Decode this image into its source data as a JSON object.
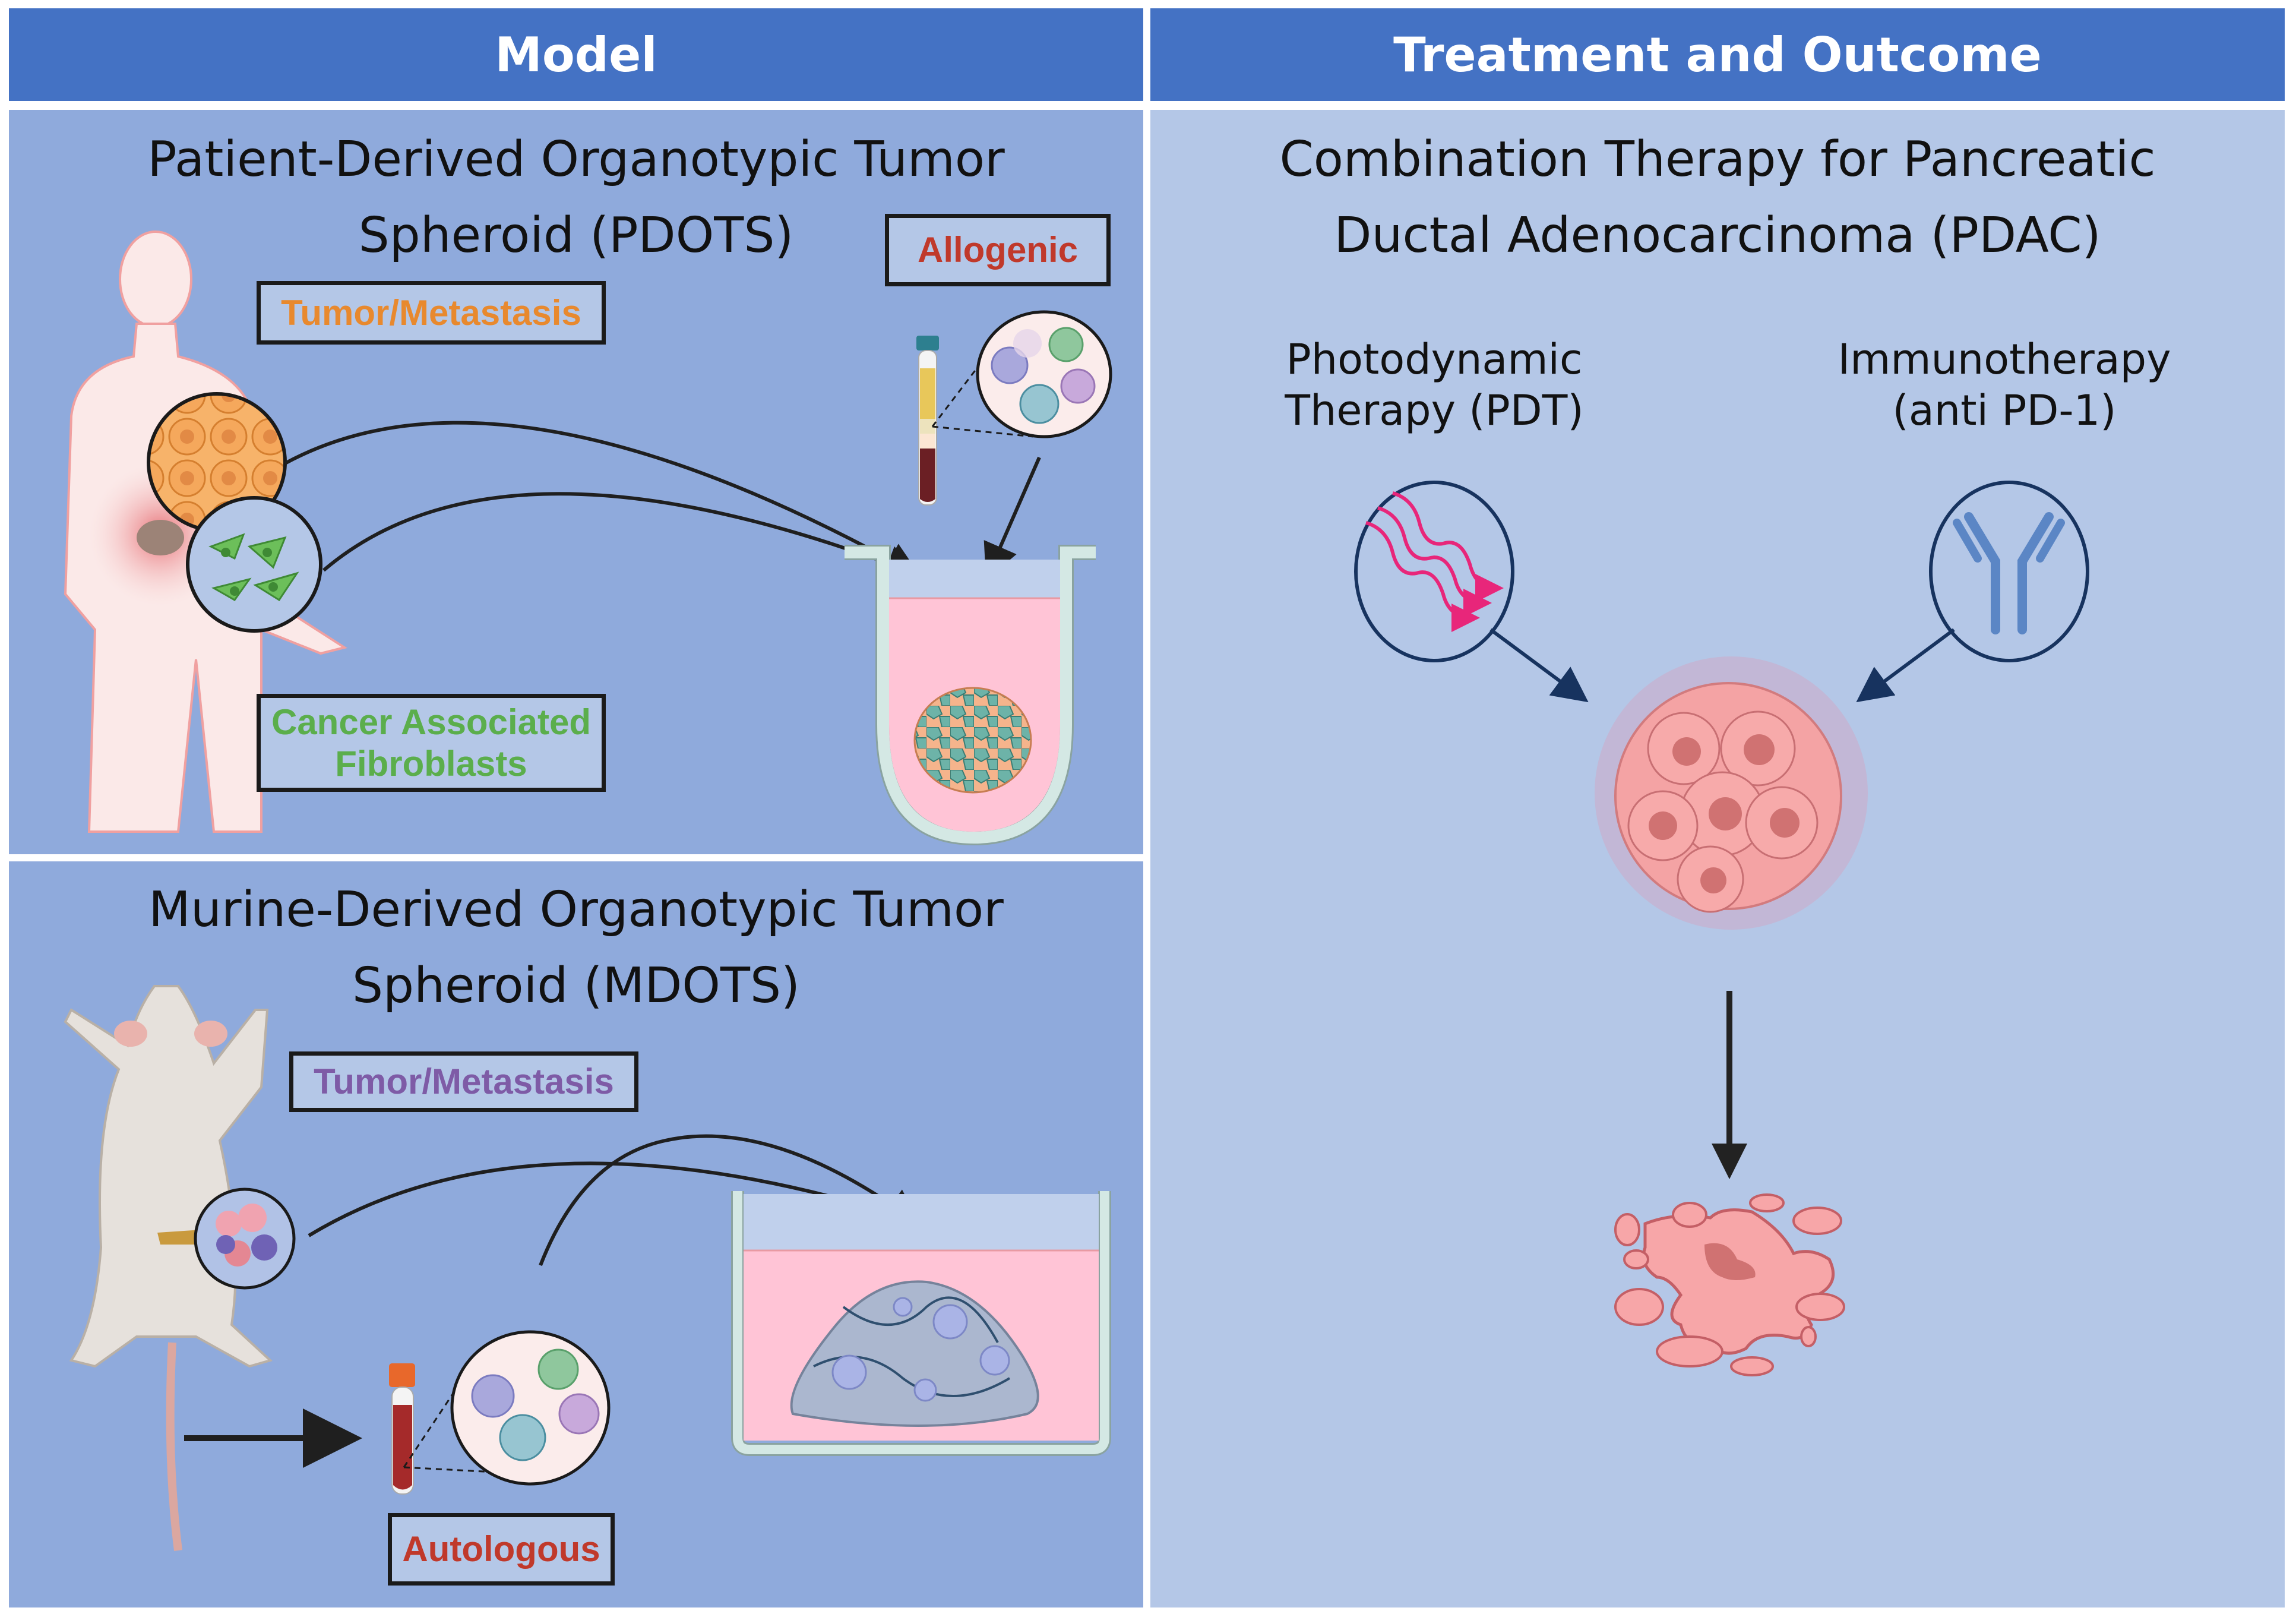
{
  "headers": {
    "left": "Model",
    "right": "Treatment and Outcome"
  },
  "colors": {
    "header_bg": "#4472C4",
    "model_panel_bg": "#8FAADC",
    "treatment_panel_bg": "#B4C7E7",
    "label_box_bg": "#B4C7E7",
    "tumor_orange": "#E8892E",
    "caf_green": "#5BAE4C",
    "red_label": "#C0392B",
    "mouse_tumor_purple": "#7E5BA6",
    "pdt_light_pink": "#E8267A",
    "antibody_blue": "#5B86C5"
  },
  "pdots": {
    "title_line1": "Patient-Derived Organotypic Tumor",
    "title_line2": "Spheroid (PDOTS)",
    "labels": {
      "tumor": "Tumor/Metastasis",
      "caf_line1": "Cancer Associated",
      "caf_line2": "Fibroblasts",
      "immune_source": "Allogenic"
    }
  },
  "mdots": {
    "title_line1": "Murine-Derived Organotypic Tumor",
    "title_line2": "Spheroid (MDOTS)",
    "labels": {
      "tumor": "Tumor/Metastasis",
      "immune_source": "Autologous"
    }
  },
  "treatment": {
    "title_line1": "Combination Therapy for Pancreatic",
    "title_line2": "Ductal Adenocarcinoma (PDAC)",
    "therapies": [
      {
        "line1": "Photodynamic",
        "line2": "Therapy (PDT)",
        "icon": "light-waves-icon"
      },
      {
        "line1": "Immunotherapy",
        "line2": "(anti PD-1)",
        "icon": "antibody-icon"
      }
    ],
    "before": "tumor-cluster",
    "after": "destroyed-tumor-fragments"
  }
}
